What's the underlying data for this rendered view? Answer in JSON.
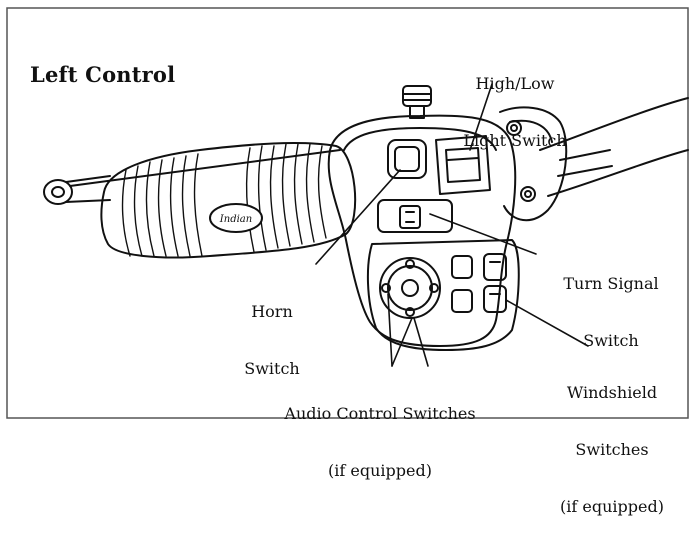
{
  "title": "Left Control",
  "labels": {
    "high_low": {
      "line1": "High/Low",
      "line2": "Light Switch"
    },
    "turn_signal": {
      "line1": "Turn Signal",
      "line2": "Switch"
    },
    "horn": {
      "line1": "Horn",
      "line2": "Switch"
    },
    "audio": {
      "line1": "Audio Control Switches",
      "line2": "(if equipped)"
    },
    "windshield": {
      "line1": "Windshield",
      "line2": "Switches",
      "line3": "(if equipped)"
    }
  },
  "grip_logo_text": "Indian",
  "colors": {
    "ink": "#111111",
    "frame": "#555555",
    "paper": "#ffffff"
  }
}
